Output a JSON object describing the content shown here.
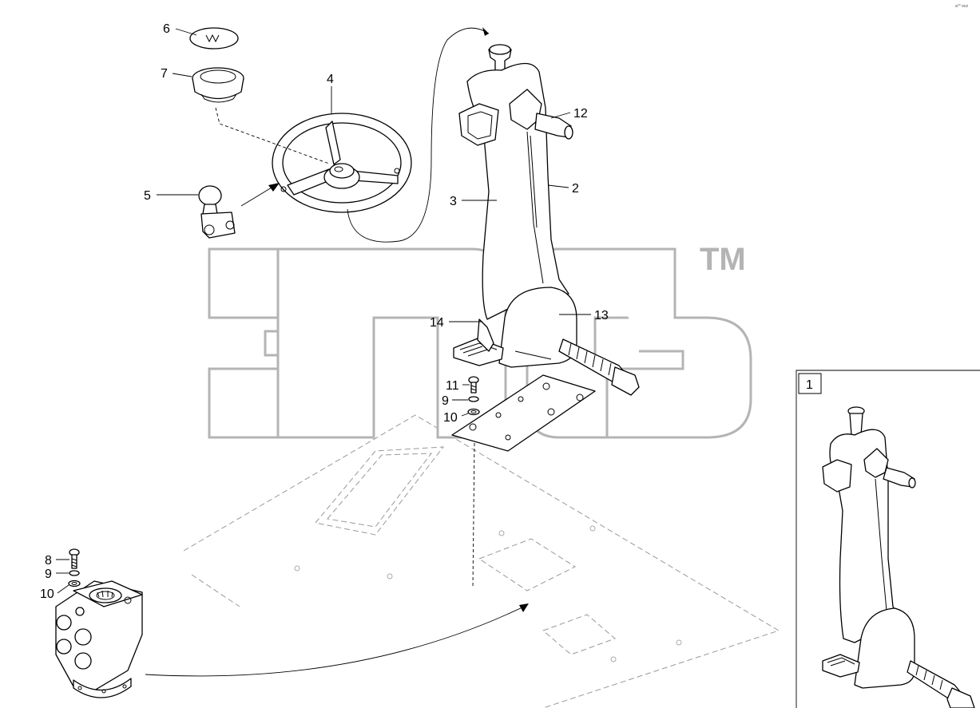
{
  "corner_code": "a°° ocz",
  "watermark": {
    "mark": "TM"
  },
  "inset": {
    "label": "1"
  },
  "callouts": {
    "c2": "2",
    "c3": "3",
    "c4": "4",
    "c5": "5",
    "c6": "6",
    "c7": "7",
    "c8": "8",
    "c9a": "9",
    "c9b": "9",
    "c10a": "10",
    "c10b": "10",
    "c11": "11",
    "c12": "12",
    "c13": "13",
    "c14": "14"
  },
  "icons": [
    "steering-wheel-icon",
    "steering-column-icon",
    "orbitrol-valve-icon",
    "knob-icon",
    "hub-cap-icon",
    "bolt-icon",
    "washer-icon"
  ]
}
